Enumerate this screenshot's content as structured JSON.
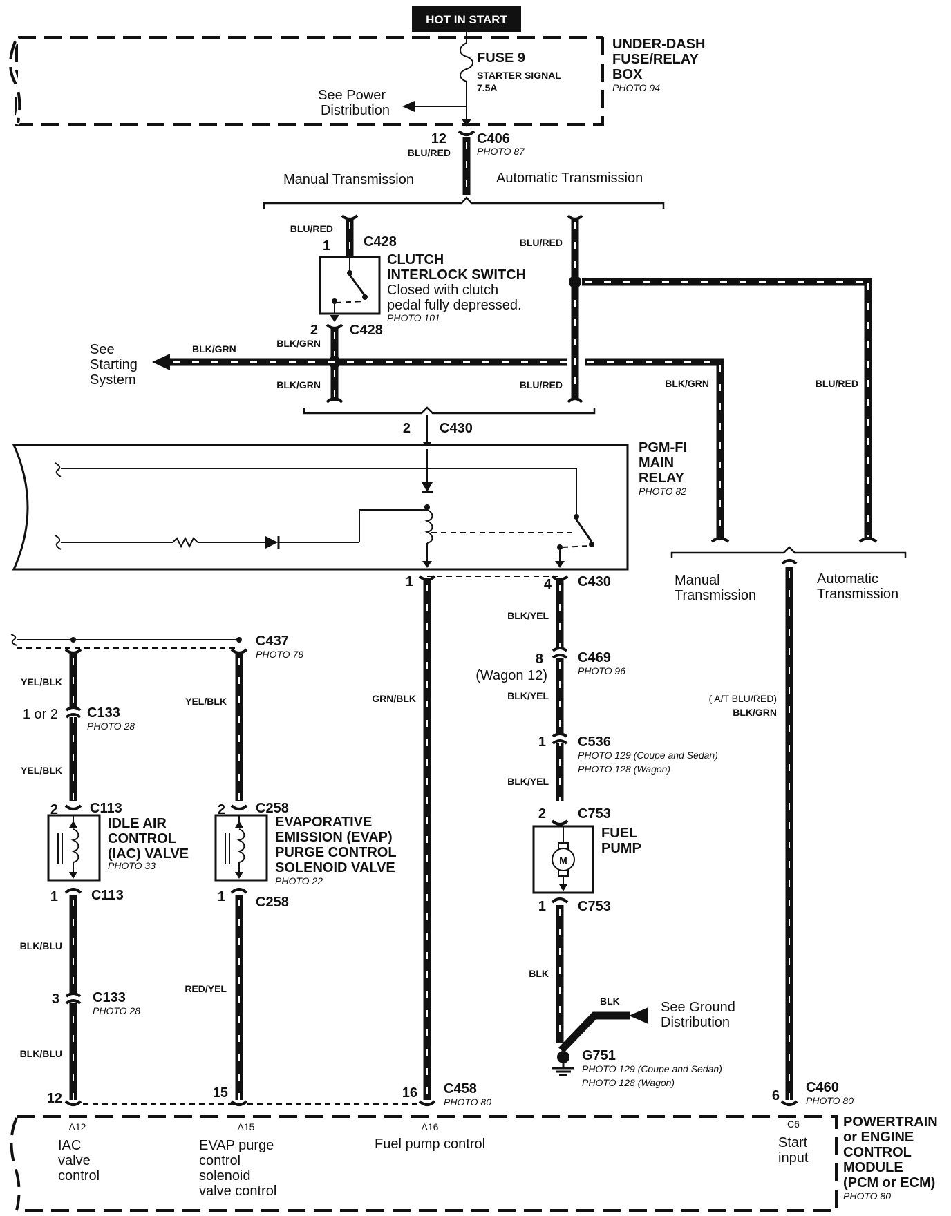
{
  "header_badge": "HOT IN START",
  "fuse_box": {
    "title1": "UNDER-DASH",
    "title2": "FUSE/RELAY",
    "title3": "BOX",
    "photo": "PHOTO 94"
  },
  "fuse": {
    "name": "FUSE 9",
    "desc": "STARTER SIGNAL",
    "rating": "7.5A"
  },
  "see_power": {
    "l1": "See Power",
    "l2": "Distribution"
  },
  "c406": {
    "pin": "12",
    "name": "C406",
    "photo": "PHOTO 87",
    "wire": "BLU/RED"
  },
  "trans_top": {
    "manual": "Manual Transmission",
    "auto": "Automatic Transmission"
  },
  "c428_top": {
    "pin": "1",
    "name": "C428",
    "wire": "BLU/RED"
  },
  "clutch": {
    "l1": "CLUTCH",
    "l2": "INTERLOCK SWITCH",
    "d1": "Closed with clutch",
    "d2": "pedal fully depressed.",
    "photo": "PHOTO 101"
  },
  "auto_wire1": "BLU/RED",
  "c428_bot": {
    "pin": "2",
    "name": "C428",
    "wire": "BLK/GRN"
  },
  "see_starting": {
    "l1": "See",
    "l2": "Starting",
    "l3": "System",
    "wire": "BLK/GRN"
  },
  "lower_wires": {
    "man": "BLK/GRN",
    "auto": "BLU/RED",
    "right1": "BLK/GRN",
    "right2": "BLU/RED"
  },
  "c430_top": {
    "pin": "2",
    "name": "C430"
  },
  "pgm": {
    "l1": "PGM-FI",
    "l2": "MAIN",
    "l3": "RELAY",
    "photo": "PHOTO 82"
  },
  "trans_right": {
    "m1": "Manual",
    "m2": "Transmission",
    "a1": "Automatic",
    "a2": "Transmission"
  },
  "c430_bot": {
    "pin1": "1",
    "pin4": "4",
    "name": "C430"
  },
  "c437": {
    "name": "C437",
    "photo": "PHOTO 78"
  },
  "iac_chain": {
    "w1": "YEL/BLK",
    "c133a_pin": "1 or 2",
    "c133a": "C133",
    "c133a_photo": "PHOTO 28",
    "w2": "YEL/BLK",
    "c113_pin": "2",
    "c113": "C113",
    "c113b_pin": "1",
    "c113b": "C113",
    "w3": "BLK/BLU",
    "c133b_pin": "3",
    "c133b": "C133",
    "c133b_photo": "PHOTO 28",
    "w4": "BLK/BLU"
  },
  "iac": {
    "l1": "IDLE AIR",
    "l2": "CONTROL",
    "l3": "(IAC) VALVE",
    "photo": "PHOTO 33"
  },
  "evap_chain": {
    "w1": "YEL/BLK",
    "c258_pin": "2",
    "c258": "C258",
    "c258b_pin": "1",
    "c258b": "C258",
    "w2": "RED/YEL"
  },
  "evap": {
    "l1": "EVAPORATIVE",
    "l2": "EMISSION (EVAP)",
    "l3": "PURGE CONTROL",
    "l4": "SOLENOID VALVE",
    "photo": "PHOTO 22"
  },
  "grn_blk": "GRN/BLK",
  "pump_chain": {
    "w1": "BLK/YEL",
    "c469_pin": "8",
    "c469_wagon": "(Wagon 12)",
    "c469": "C469",
    "c469_photo": "PHOTO 96",
    "w2": "BLK/YEL",
    "c536_pin": "1",
    "c536": "C536",
    "c536_p1": "PHOTO 129 (Coupe and Sedan)",
    "c536_p2": "PHOTO 128 (Wagon)",
    "w3": "BLK/YEL",
    "c753a_pin": "2",
    "c753a": "C753",
    "c753b_pin": "1",
    "c753b": "C753",
    "w4": "BLK",
    "w5": "BLK"
  },
  "pump": {
    "l1": "FUEL",
    "l2": "PUMP",
    "motor": "M"
  },
  "ground": {
    "l1": "See Ground",
    "l2": "Distribution",
    "name": "G751",
    "p1": "PHOTO 129 (Coupe and Sedan)",
    "p2": "PHOTO 128 (Wagon)"
  },
  "right_wire": {
    "l1": "( A/T BLU/RED)",
    "l2": "BLK/GRN"
  },
  "c458": {
    "name": "C458",
    "photo": "PHOTO 80"
  },
  "c460": {
    "name": "C460",
    "photo": "PHOTO 80"
  },
  "pcm_pins": {
    "p12": "12",
    "p15": "15",
    "p16": "16",
    "p6": "6"
  },
  "pcm_terms": {
    "a12": "A12",
    "a15": "A15",
    "a16": "A16",
    "c6": "C6"
  },
  "pcm_desc": {
    "iac1": "IAC",
    "iac2": "valve",
    "iac3": "control",
    "ev1": "EVAP purge",
    "ev2": "control",
    "ev3": "solenoid",
    "ev4": "valve control",
    "fp": "Fuel pump control",
    "st1": "Start",
    "st2": "input"
  },
  "pcm": {
    "l1": "POWERTRAIN",
    "l2": "or ENGINE",
    "l3": "CONTROL",
    "l4": "MODULE",
    "l5": "(PCM or ECM)",
    "photo": "PHOTO 80"
  }
}
